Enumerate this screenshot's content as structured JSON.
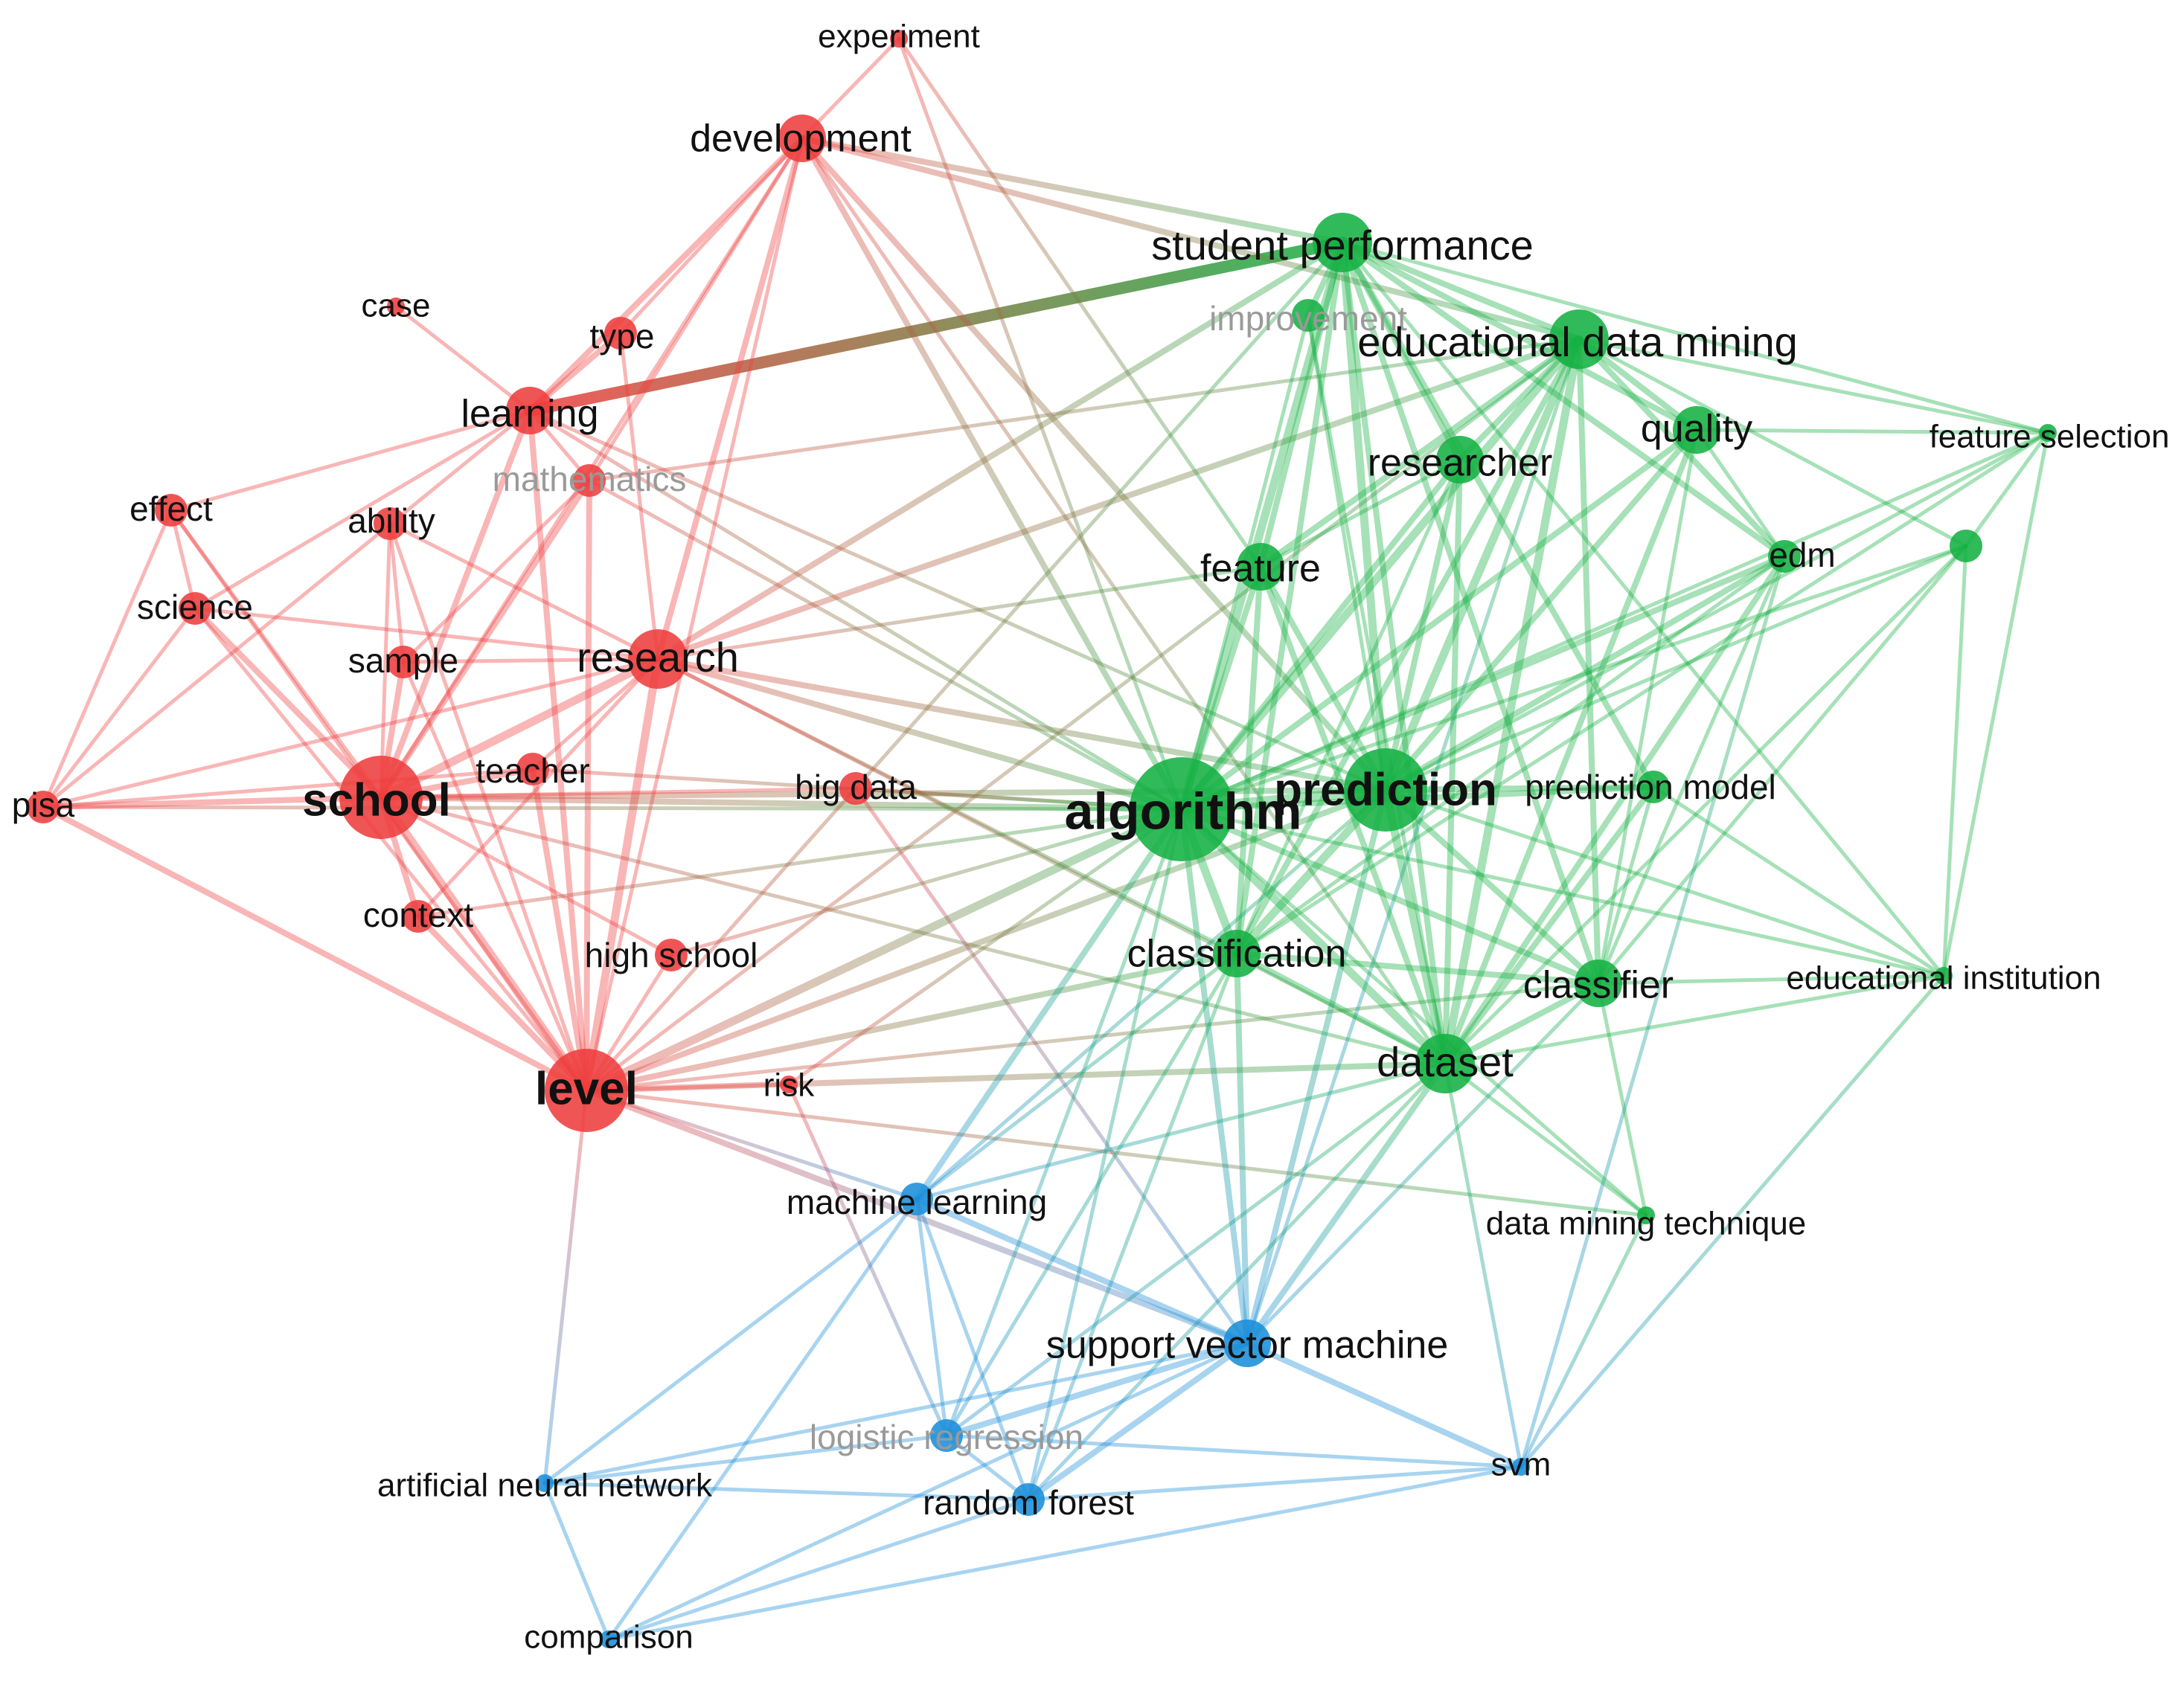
{
  "colors": {
    "red": "#ee3e3e",
    "green": "#14b043",
    "blue": "#1a8ed8",
    "faded_label": "#9a9a9a",
    "label": "#111111"
  },
  "nodes": [
    {
      "id": "experiment",
      "label": "experiment",
      "cluster": "red",
      "weight": 1
    },
    {
      "id": "development",
      "label": "development",
      "cluster": "red",
      "weight": 3
    },
    {
      "id": "case",
      "label": "case",
      "cluster": "red",
      "weight": 1
    },
    {
      "id": "type",
      "label": "type",
      "cluster": "red",
      "weight": 2
    },
    {
      "id": "learning",
      "label": "learning",
      "cluster": "red",
      "weight": 3
    },
    {
      "id": "mathematics",
      "label": "mathematics",
      "cluster": "red",
      "weight": 2,
      "faded": true
    },
    {
      "id": "effect",
      "label": "effect",
      "cluster": "red",
      "weight": 2
    },
    {
      "id": "ability",
      "label": "ability",
      "cluster": "red",
      "weight": 2
    },
    {
      "id": "science",
      "label": "science",
      "cluster": "red",
      "weight": 2
    },
    {
      "id": "sample",
      "label": "sample",
      "cluster": "red",
      "weight": 2
    },
    {
      "id": "research",
      "label": "research",
      "cluster": "red",
      "weight": 4
    },
    {
      "id": "pisa",
      "label": "pisa",
      "cluster": "red",
      "weight": 2
    },
    {
      "id": "school",
      "label": "school",
      "cluster": "red",
      "weight": 5
    },
    {
      "id": "teacher",
      "label": "teacher",
      "cluster": "red",
      "weight": 2
    },
    {
      "id": "big_data",
      "label": "big data",
      "cluster": "red",
      "weight": 2
    },
    {
      "id": "context",
      "label": "context",
      "cluster": "red",
      "weight": 2
    },
    {
      "id": "high_school",
      "label": "high school",
      "cluster": "red",
      "weight": 2
    },
    {
      "id": "level",
      "label": "level",
      "cluster": "red",
      "weight": 5
    },
    {
      "id": "risk",
      "label": "risk",
      "cluster": "red",
      "weight": 1
    },
    {
      "id": "student_performance",
      "label": "student performance",
      "cluster": "green",
      "weight": 4
    },
    {
      "id": "improvement",
      "label": "improvement",
      "cluster": "green",
      "weight": 2,
      "faded": true
    },
    {
      "id": "educational_data_mining",
      "label": "educational data mining",
      "cluster": "green",
      "weight": 4
    },
    {
      "id": "quality",
      "label": "quality",
      "cluster": "green",
      "weight": 3
    },
    {
      "id": "feature_selection",
      "label": "feature selection",
      "cluster": "green",
      "weight": 1
    },
    {
      "id": "researcher",
      "label": "researcher",
      "cluster": "green",
      "weight": 3
    },
    {
      "id": "unlabeled_green",
      "label": "",
      "cluster": "green",
      "weight": 2
    },
    {
      "id": "edm",
      "label": "edm",
      "cluster": "green",
      "weight": 2
    },
    {
      "id": "feature",
      "label": "feature",
      "cluster": "green",
      "weight": 3
    },
    {
      "id": "algorithm",
      "label": "algorithm",
      "cluster": "green",
      "weight": 6
    },
    {
      "id": "prediction",
      "label": "prediction",
      "cluster": "green",
      "weight": 5
    },
    {
      "id": "prediction_model",
      "label": "prediction model",
      "cluster": "green",
      "weight": 2
    },
    {
      "id": "classification",
      "label": "classification",
      "cluster": "green",
      "weight": 3
    },
    {
      "id": "classifier",
      "label": "classifier",
      "cluster": "green",
      "weight": 3
    },
    {
      "id": "educational_institution",
      "label": "educational institution",
      "cluster": "green",
      "weight": 1
    },
    {
      "id": "dataset",
      "label": "dataset",
      "cluster": "green",
      "weight": 4
    },
    {
      "id": "data_mining_technique",
      "label": "data mining technique",
      "cluster": "green",
      "weight": 1
    },
    {
      "id": "machine_learning",
      "label": "machine learning",
      "cluster": "blue",
      "weight": 2
    },
    {
      "id": "support_vector_machine",
      "label": "support vector machine",
      "cluster": "blue",
      "weight": 3
    },
    {
      "id": "logistic_regression",
      "label": "logistic regression",
      "cluster": "blue",
      "weight": 2,
      "faded": true
    },
    {
      "id": "artificial_neural_network",
      "label": "artificial neural network",
      "cluster": "blue",
      "weight": 1
    },
    {
      "id": "random_forest",
      "label": "random forest",
      "cluster": "blue",
      "weight": 2
    },
    {
      "id": "svm",
      "label": "svm",
      "cluster": "blue",
      "weight": 1
    },
    {
      "id": "comparison",
      "label": "comparison",
      "cluster": "blue",
      "weight": 1
    }
  ],
  "edges": [
    [
      "learning",
      "student_performance",
      5
    ],
    [
      "experiment",
      "development",
      1
    ],
    [
      "experiment",
      "feature",
      1
    ],
    [
      "experiment",
      "algorithm",
      1
    ],
    [
      "development",
      "learning",
      2
    ],
    [
      "development",
      "research",
      2
    ],
    [
      "development",
      "mathematics",
      1
    ],
    [
      "development",
      "student_performance",
      2
    ],
    [
      "development",
      "educational_data_mining",
      2
    ],
    [
      "development",
      "algorithm",
      2
    ],
    [
      "development",
      "prediction",
      2
    ],
    [
      "development",
      "dataset",
      1
    ],
    [
      "development",
      "school",
      1
    ],
    [
      "development",
      "level",
      1
    ],
    [
      "development",
      "type",
      1
    ],
    [
      "case",
      "learning",
      1
    ],
    [
      "type",
      "learning",
      2
    ],
    [
      "type",
      "research",
      1
    ],
    [
      "learning",
      "effect",
      1
    ],
    [
      "learning",
      "science",
      1
    ],
    [
      "learning",
      "school",
      2
    ],
    [
      "learning",
      "level",
      2
    ],
    [
      "learning",
      "mathematics",
      1
    ],
    [
      "learning",
      "algorithm",
      1
    ],
    [
      "learning",
      "prediction",
      1
    ],
    [
      "learning",
      "pisa",
      1
    ],
    [
      "mathematics",
      "school",
      2
    ],
    [
      "mathematics",
      "level",
      2
    ],
    [
      "mathematics",
      "algorithm",
      1
    ],
    [
      "mathematics",
      "educational_data_mining",
      1
    ],
    [
      "mathematics",
      "sample",
      1
    ],
    [
      "effect",
      "science",
      1
    ],
    [
      "effect",
      "pisa",
      1
    ],
    [
      "effect",
      "school",
      1
    ],
    [
      "effect",
      "level",
      1
    ],
    [
      "ability",
      "school",
      1
    ],
    [
      "ability",
      "level",
      1
    ],
    [
      "ability",
      "research",
      1
    ],
    [
      "ability",
      "sample",
      1
    ],
    [
      "science",
      "school",
      2
    ],
    [
      "science",
      "level",
      1
    ],
    [
      "science",
      "research",
      1
    ],
    [
      "science",
      "pisa",
      1
    ],
    [
      "sample",
      "school",
      2
    ],
    [
      "sample",
      "research",
      1
    ],
    [
      "sample",
      "level",
      1
    ],
    [
      "research",
      "school",
      3
    ],
    [
      "research",
      "level",
      3
    ],
    [
      "research",
      "algorithm",
      2
    ],
    [
      "research",
      "prediction",
      2
    ],
    [
      "research",
      "classification",
      1
    ],
    [
      "research",
      "dataset",
      1
    ],
    [
      "research",
      "educational_data_mining",
      2
    ],
    [
      "research",
      "student_performance",
      2
    ],
    [
      "research",
      "teacher",
      1
    ],
    [
      "research",
      "context",
      1
    ],
    [
      "research",
      "pisa",
      1
    ],
    [
      "research",
      "feature",
      1
    ],
    [
      "pisa",
      "school",
      2
    ],
    [
      "pisa",
      "level",
      2
    ],
    [
      "pisa",
      "teacher",
      1
    ],
    [
      "pisa",
      "algorithm",
      1
    ],
    [
      "school",
      "level",
      3
    ],
    [
      "school",
      "teacher",
      2
    ],
    [
      "school",
      "context",
      2
    ],
    [
      "school",
      "algorithm",
      2
    ],
    [
      "school",
      "prediction",
      2
    ],
    [
      "school",
      "high_school",
      1
    ],
    [
      "school",
      "big_data",
      1
    ],
    [
      "school",
      "dataset",
      1
    ],
    [
      "teacher",
      "level",
      2
    ],
    [
      "teacher",
      "algorithm",
      1
    ],
    [
      "big_data",
      "algorithm",
      1
    ],
    [
      "big_data",
      "support_vector_machine",
      1
    ],
    [
      "context",
      "level",
      2
    ],
    [
      "context",
      "algorithm",
      1
    ],
    [
      "high_school",
      "level",
      1
    ],
    [
      "high_school",
      "algorithm",
      1
    ],
    [
      "level",
      "algorithm",
      3
    ],
    [
      "level",
      "prediction",
      2
    ],
    [
      "level",
      "classification",
      2
    ],
    [
      "level",
      "dataset",
      2
    ],
    [
      "level",
      "support_vector_machine",
      2
    ],
    [
      "level",
      "machine_learning",
      1
    ],
    [
      "level",
      "artificial_neural_network",
      1
    ],
    [
      "level",
      "risk",
      1
    ],
    [
      "level",
      "student_performance",
      1
    ],
    [
      "level",
      "educational_data_mining",
      1
    ],
    [
      "level",
      "classifier",
      1
    ],
    [
      "level",
      "data_mining_technique",
      1
    ],
    [
      "risk",
      "algorithm",
      1
    ],
    [
      "risk",
      "logistic_regression",
      1
    ],
    [
      "student_performance",
      "improvement",
      2
    ],
    [
      "student_performance",
      "educational_data_mining",
      2
    ],
    [
      "student_performance",
      "quality",
      2
    ],
    [
      "student_performance",
      "feature_selection",
      1
    ],
    [
      "student_performance",
      "researcher",
      2
    ],
    [
      "student_performance",
      "edm",
      2
    ],
    [
      "student_performance",
      "feature",
      2
    ],
    [
      "student_performance",
      "algorithm",
      3
    ],
    [
      "student_performance",
      "prediction",
      3
    ],
    [
      "student_performance",
      "prediction_model",
      2
    ],
    [
      "student_performance",
      "classification",
      2
    ],
    [
      "student_performance",
      "classifier",
      2
    ],
    [
      "student_performance",
      "dataset",
      2
    ],
    [
      "student_performance",
      "educational_institution",
      1
    ],
    [
      "improvement",
      "algorithm",
      1
    ],
    [
      "improvement",
      "prediction",
      1
    ],
    [
      "improvement",
      "dataset",
      1
    ],
    [
      "educational_data_mining",
      "quality",
      2
    ],
    [
      "educational_data_mining",
      "researcher",
      2
    ],
    [
      "educational_data_mining",
      "feature",
      2
    ],
    [
      "educational_data_mining",
      "algorithm",
      3
    ],
    [
      "educational_data_mining",
      "prediction",
      3
    ],
    [
      "educational_data_mining",
      "classification",
      2
    ],
    [
      "educational_data_mining",
      "classifier",
      2
    ],
    [
      "educational_data_mining",
      "dataset",
      3
    ],
    [
      "educational_data_mining",
      "edm",
      2
    ],
    [
      "educational_data_mining",
      "feature_selection",
      1
    ],
    [
      "educational_data_mining",
      "unlabeled_green",
      1
    ],
    [
      "educational_data_mining",
      "support_vector_machine",
      1
    ],
    [
      "quality",
      "algorithm",
      2
    ],
    [
      "quality",
      "prediction",
      2
    ],
    [
      "quality",
      "dataset",
      2
    ],
    [
      "quality",
      "edm",
      1
    ],
    [
      "quality",
      "feature_selection",
      1
    ],
    [
      "quality",
      "classifier",
      1
    ],
    [
      "feature_selection",
      "algorithm",
      1
    ],
    [
      "feature_selection",
      "prediction",
      1
    ],
    [
      "feature_selection",
      "classification",
      1
    ],
    [
      "feature_selection",
      "educational_institution",
      1
    ],
    [
      "feature_selection",
      "unlabeled_green",
      1
    ],
    [
      "researcher",
      "algorithm",
      2
    ],
    [
      "researcher",
      "prediction",
      2
    ],
    [
      "researcher",
      "dataset",
      2
    ],
    [
      "researcher",
      "feature",
      1
    ],
    [
      "researcher",
      "classification",
      1
    ],
    [
      "unlabeled_green",
      "algorithm",
      1
    ],
    [
      "unlabeled_green",
      "prediction",
      1
    ],
    [
      "unlabeled_green",
      "classifier",
      1
    ],
    [
      "unlabeled_green",
      "educational_institution",
      1
    ],
    [
      "unlabeled_green",
      "dataset",
      1
    ],
    [
      "edm",
      "algorithm",
      2
    ],
    [
      "edm",
      "prediction",
      2
    ],
    [
      "edm",
      "dataset",
      2
    ],
    [
      "edm",
      "classification",
      1
    ],
    [
      "edm",
      "svm",
      1
    ],
    [
      "edm",
      "classifier",
      1
    ],
    [
      "feature",
      "algorithm",
      2
    ],
    [
      "feature",
      "prediction",
      2
    ],
    [
      "feature",
      "classification",
      2
    ],
    [
      "feature",
      "dataset",
      2
    ],
    [
      "algorithm",
      "prediction",
      4
    ],
    [
      "algorithm",
      "classification",
      3
    ],
    [
      "algorithm",
      "dataset",
      3
    ],
    [
      "algorithm",
      "classifier",
      2
    ],
    [
      "algorithm",
      "prediction_model",
      2
    ],
    [
      "algorithm",
      "support_vector_machine",
      2
    ],
    [
      "algorithm",
      "machine_learning",
      2
    ],
    [
      "algorithm",
      "random_forest",
      1
    ],
    [
      "algorithm",
      "logistic_regression",
      1
    ],
    [
      "algorithm",
      "data_mining_technique",
      1
    ],
    [
      "algorithm",
      "educational_institution",
      1
    ],
    [
      "prediction",
      "classification",
      3
    ],
    [
      "prediction",
      "dataset",
      3
    ],
    [
      "prediction",
      "classifier",
      2
    ],
    [
      "prediction",
      "prediction_model",
      2
    ],
    [
      "prediction",
      "support_vector_machine",
      2
    ],
    [
      "prediction",
      "machine_learning",
      1
    ],
    [
      "prediction",
      "educational_institution",
      1
    ],
    [
      "prediction_model",
      "dataset",
      2
    ],
    [
      "prediction_model",
      "classifier",
      1
    ],
    [
      "prediction_model",
      "educational_institution",
      1
    ],
    [
      "classification",
      "dataset",
      2
    ],
    [
      "classification",
      "classifier",
      2
    ],
    [
      "classification",
      "support_vector_machine",
      2
    ],
    [
      "classification",
      "random_forest",
      1
    ],
    [
      "classification",
      "logistic_regression",
      1
    ],
    [
      "classification",
      "machine_learning",
      1
    ],
    [
      "classifier",
      "dataset",
      2
    ],
    [
      "classifier",
      "educational_institution",
      1
    ],
    [
      "classifier",
      "data_mining_technique",
      1
    ],
    [
      "classifier",
      "support_vector_machine",
      1
    ],
    [
      "dataset",
      "educational_institution",
      1
    ],
    [
      "dataset",
      "data_mining_technique",
      1
    ],
    [
      "dataset",
      "support_vector_machine",
      2
    ],
    [
      "dataset",
      "svm",
      1
    ],
    [
      "dataset",
      "random_forest",
      1
    ],
    [
      "dataset",
      "logistic_regression",
      1
    ],
    [
      "dataset",
      "machine_learning",
      1
    ],
    [
      "data_mining_technique",
      "svm",
      1
    ],
    [
      "educational_institution",
      "svm",
      1
    ],
    [
      "machine_learning",
      "support_vector_machine",
      2
    ],
    [
      "machine_learning",
      "logistic_regression",
      1
    ],
    [
      "machine_learning",
      "random_forest",
      1
    ],
    [
      "machine_learning",
      "artificial_neural_network",
      1
    ],
    [
      "machine_learning",
      "comparison",
      1
    ],
    [
      "support_vector_machine",
      "svm",
      2
    ],
    [
      "support_vector_machine",
      "logistic_regression",
      2
    ],
    [
      "support_vector_machine",
      "random_forest",
      2
    ],
    [
      "support_vector_machine",
      "artificial_neural_network",
      1
    ],
    [
      "support_vector_machine",
      "comparison",
      1
    ],
    [
      "logistic_regression",
      "random_forest",
      1
    ],
    [
      "logistic_regression",
      "artificial_neural_network",
      1
    ],
    [
      "logistic_regression",
      "svm",
      1
    ],
    [
      "random_forest",
      "svm",
      1
    ],
    [
      "random_forest",
      "comparison",
      1
    ],
    [
      "random_forest",
      "artificial_neural_network",
      1
    ],
    [
      "artificial_neural_network",
      "comparison",
      1
    ],
    [
      "comparison",
      "svm",
      1
    ]
  ]
}
